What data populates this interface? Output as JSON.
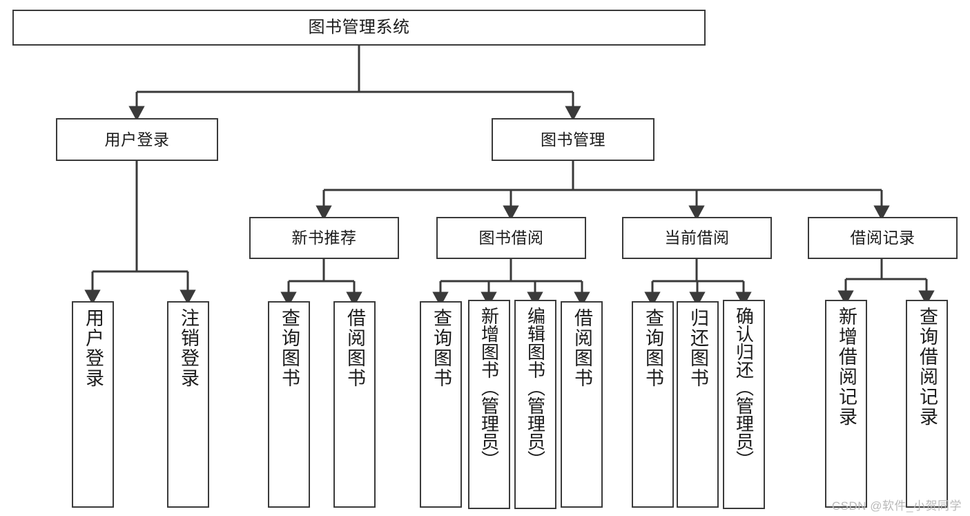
{
  "diagram": {
    "type": "tree",
    "title": "图书管理系统",
    "watermark": "CSDN @软件_小贺同学",
    "colors": {
      "box_border": "#3a3a3a",
      "box_fill": "#ffffff",
      "edge": "#3a3a3a",
      "text": "#1b1b1b",
      "watermark": "#b9b9b9"
    },
    "levels": {
      "root": [
        "图书管理系统"
      ],
      "level2": [
        "用户登录",
        "图书管理"
      ],
      "level3": [
        "新书推荐",
        "图书借阅",
        "当前借阅",
        "借阅记录"
      ],
      "leaves": [
        "用户登录",
        "注销登录",
        "查询图书",
        "借阅图书",
        "查询图书",
        "新增图书（管理员）",
        "编辑图书（管理员）",
        "借阅图书",
        "查询图书",
        "归还图书",
        "确认归还（管理员）",
        "新增借阅记录",
        "查询借阅记录"
      ]
    },
    "nodes": {
      "root": {
        "label": "图书管理系统"
      },
      "user_login": {
        "label": "用户登录"
      },
      "book_manage": {
        "label": "图书管理"
      },
      "new_book_rec": {
        "label": "新书推荐"
      },
      "book_borrow": {
        "label": "图书借阅"
      },
      "current_borrow": {
        "label": "当前借阅"
      },
      "borrow_record": {
        "label": "借阅记录"
      },
      "leaf_user_login": {
        "label": "用户登录"
      },
      "leaf_logout": {
        "label": "注销登录"
      },
      "leaf_query_book_a": {
        "label": "查询图书"
      },
      "leaf_borrow_book_a": {
        "label": "借阅图书"
      },
      "leaf_query_book_b": {
        "label": "查询图书"
      },
      "leaf_add_book": {
        "label": "新增图书（管理员）"
      },
      "leaf_edit_book": {
        "label": "编辑图书（管理员）"
      },
      "leaf_borrow_book_b": {
        "label": "借阅图书"
      },
      "leaf_query_book_c": {
        "label": "查询图书"
      },
      "leaf_return_book": {
        "label": "归还图书"
      },
      "leaf_confirm_return": {
        "label": "确认归还（管理员）"
      },
      "leaf_add_record": {
        "label": "新增借阅记录"
      },
      "leaf_query_record": {
        "label": "查询借阅记录"
      }
    },
    "edges": [
      {
        "from": "root",
        "to": "user_login"
      },
      {
        "from": "root",
        "to": "book_manage"
      },
      {
        "from": "user_login",
        "to": "leaf_user_login"
      },
      {
        "from": "user_login",
        "to": "leaf_logout"
      },
      {
        "from": "book_manage",
        "to": "new_book_rec"
      },
      {
        "from": "book_manage",
        "to": "book_borrow"
      },
      {
        "from": "book_manage",
        "to": "current_borrow"
      },
      {
        "from": "book_manage",
        "to": "borrow_record"
      },
      {
        "from": "new_book_rec",
        "to": "leaf_query_book_a"
      },
      {
        "from": "new_book_rec",
        "to": "leaf_borrow_book_a"
      },
      {
        "from": "book_borrow",
        "to": "leaf_query_book_b"
      },
      {
        "from": "book_borrow",
        "to": "leaf_add_book"
      },
      {
        "from": "book_borrow",
        "to": "leaf_edit_book"
      },
      {
        "from": "book_borrow",
        "to": "leaf_borrow_book_b"
      },
      {
        "from": "current_borrow",
        "to": "leaf_query_book_c"
      },
      {
        "from": "current_borrow",
        "to": "leaf_return_book"
      },
      {
        "from": "current_borrow",
        "to": "leaf_confirm_return"
      },
      {
        "from": "borrow_record",
        "to": "leaf_add_record"
      },
      {
        "from": "borrow_record",
        "to": "leaf_query_record"
      }
    ]
  }
}
